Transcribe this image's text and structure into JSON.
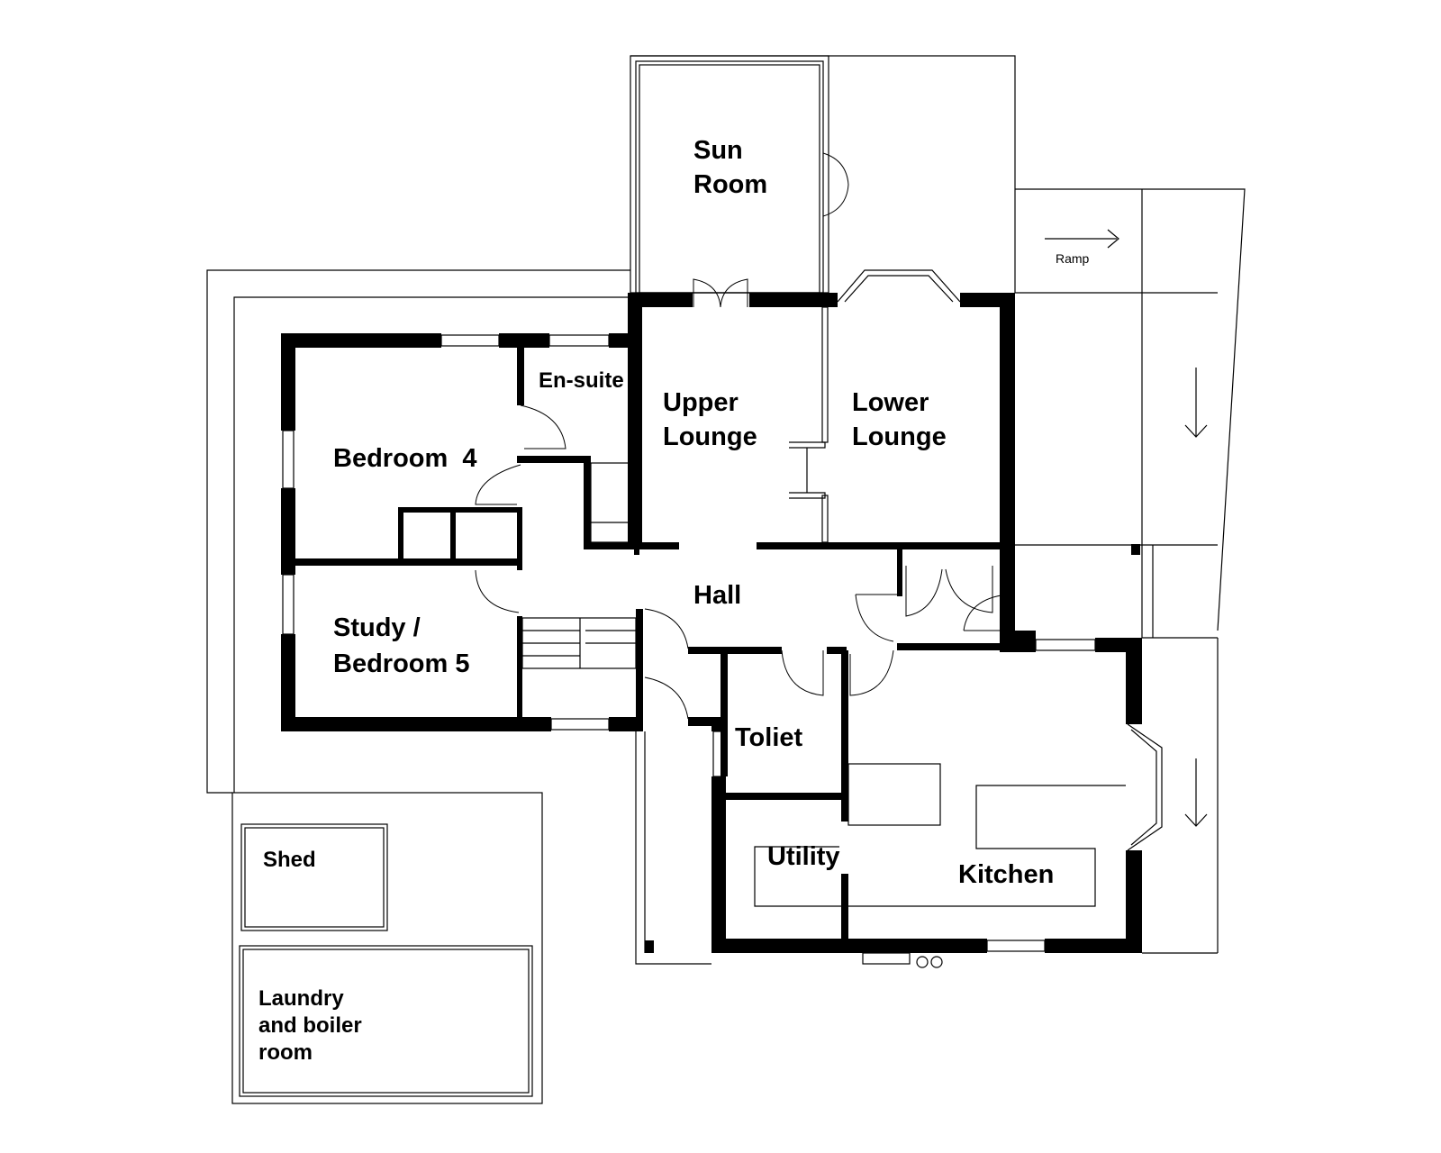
{
  "plan": {
    "rooms": {
      "sun_room": [
        "Sun",
        "Room"
      ],
      "upper_lounge": [
        "Upper",
        "Lounge"
      ],
      "lower_lounge": [
        "Lower",
        "Lounge"
      ],
      "en_suite": "En-suite",
      "bedroom4": "Bedroom  4",
      "study": [
        "Study /",
        "Bedroom 5"
      ],
      "hall": "Hall",
      "toilet": "Toliet",
      "utility": "Utility",
      "kitchen": "Kitchen",
      "shed": "Shed",
      "laundry": [
        "Laundry",
        "and boiler",
        "room"
      ]
    },
    "ramp_label": "Ramp"
  }
}
